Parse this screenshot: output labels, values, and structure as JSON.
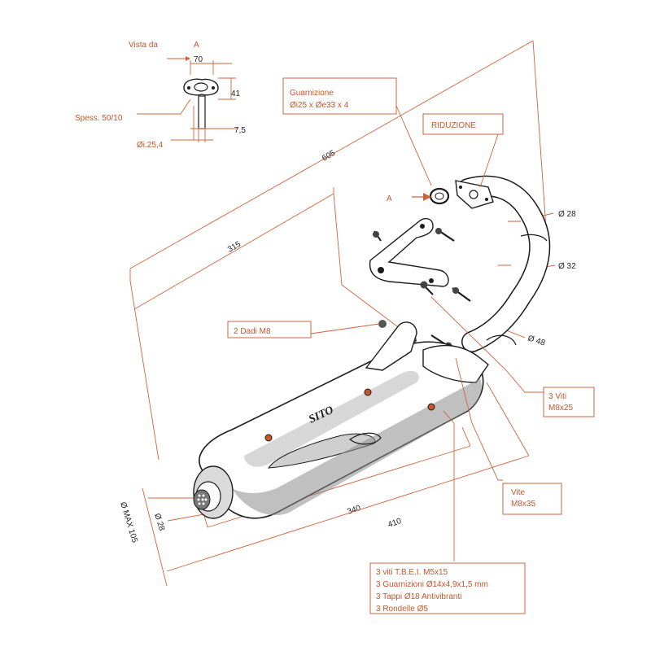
{
  "view_note": {
    "title": "Vista da",
    "view_letter": "A",
    "thickness": "Spess. 50/10",
    "bore": "Øi.25,4",
    "dim_width": "70",
    "dim_height": "41",
    "dim_slot": "7,5"
  },
  "arrow_label": "A",
  "callouts": {
    "gasket_line1": "Guarnizione",
    "gasket_line2": "Øi25 x Øe33 x 4",
    "reduction": "RIDUZIONE",
    "nuts": "2 Dadi M8",
    "screws_line1": "3 Viti",
    "screws_line2": "M8x25",
    "screw_line1": "Vite",
    "screw_line2": "M8x35",
    "kit_line1": "3 viti T.B.E.I. M5x15",
    "kit_line2": "3 Guarnizioni Ø14x4,9x1,5 mm",
    "kit_line3": "3 Tappi Ø18 Antivibranti",
    "kit_line4": "3 Rondelle Ø5"
  },
  "dimensions": {
    "overall_length": "605",
    "mount_length": "315",
    "body_length": "340",
    "total_length": "410",
    "max_diameter": "Ø MAX 105",
    "tail_diameter": "Ø 28",
    "pipe_d28": "Ø 28",
    "pipe_d32": "Ø 32",
    "pipe_d48": "Ø 48"
  },
  "brand_mark": "SITO",
  "colors": {
    "dimension_lines": "#d0633a",
    "callout_text": "#c8552b",
    "part_outline": "#1c1c1c"
  }
}
